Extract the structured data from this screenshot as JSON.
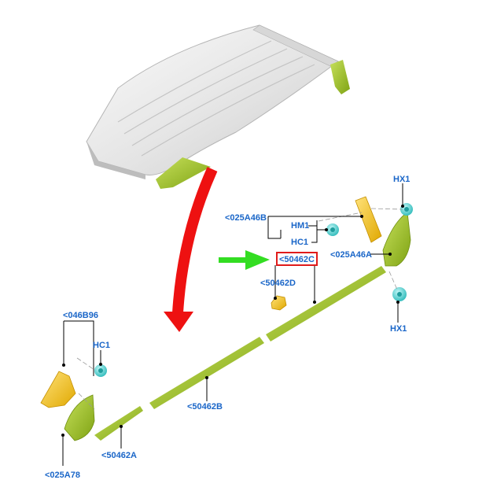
{
  "labels": {
    "hx1_top": "HX1",
    "a46b": "<025A46B",
    "hm1": "HM1",
    "hc1_top": "HC1",
    "c50462": "<50462C",
    "a46a": "<025A46A",
    "d50462": "<50462D",
    "hx1_bottom": "HX1",
    "b046": "<046B96",
    "hc1_left": "HC1",
    "b50462": "<50462B",
    "a50462": "<50462A",
    "a78": "<025A78"
  },
  "colors": {
    "label_text": "#1a66c8",
    "highlight_box": "#e01b1b",
    "pointer_arrow": "#33dd22",
    "direction_arrow": "#ee1111",
    "trim_green": "#9fc21f",
    "clip_cyan": "#3fd6d6",
    "bracket_yellow": "#f2c21a",
    "roof_gray": "#e6e6e6"
  },
  "icons": {
    "direction_arrow": "curved-arrow-icon",
    "pointer_arrow": "right-arrow-icon"
  }
}
